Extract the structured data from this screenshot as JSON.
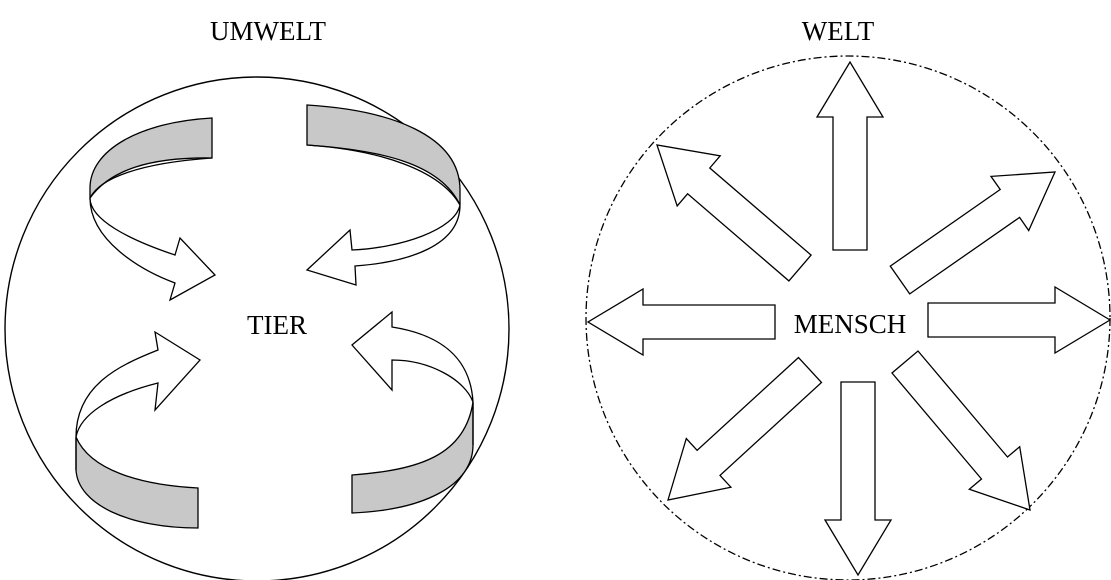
{
  "left": {
    "title": "UMWELT",
    "center_label": "TIER"
  },
  "right": {
    "title": "WELT",
    "center_label": "MENSCH"
  },
  "colors": {
    "stroke": "#000000",
    "band_fill": "#c8c8c8",
    "background": "#ffffff"
  }
}
